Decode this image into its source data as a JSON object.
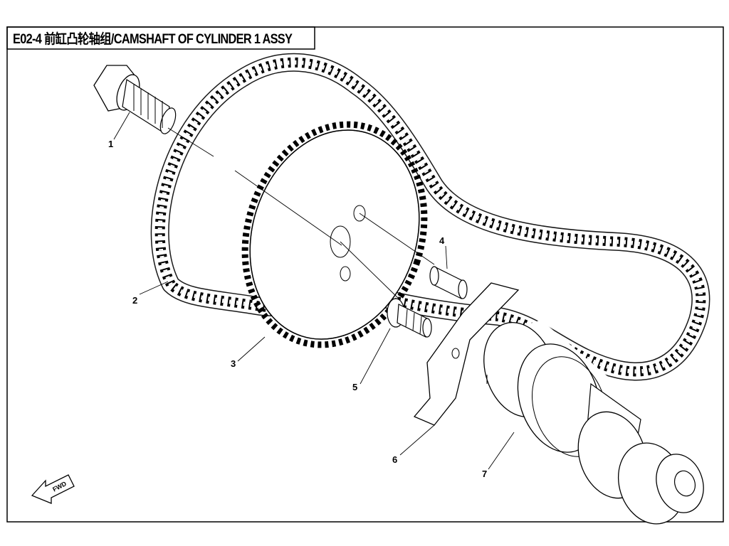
{
  "title": "E02-4 前缸凸轮轴组/CAMSHAFT OF CYLINDER 1 ASSY",
  "callouts": {
    "c1": "1",
    "c2": "2",
    "c3": "3",
    "c4": "4",
    "c5": "5",
    "c6": "6",
    "c7": "7"
  },
  "fwd_label": "FWD",
  "icons": {
    "direction": "fwd-arrow-icon"
  },
  "colors": {
    "line": "#000000",
    "background": "#ffffff"
  }
}
